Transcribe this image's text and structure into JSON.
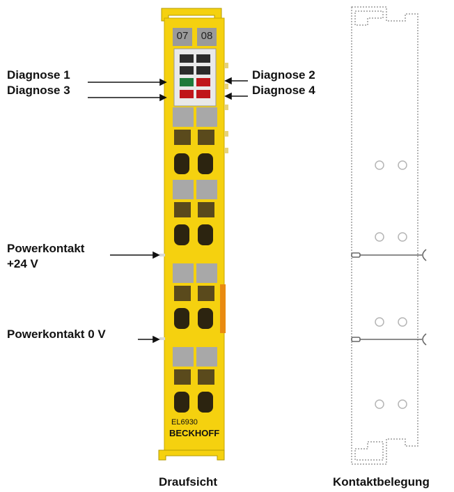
{
  "labels": {
    "diagnose1": "Diagnose 1",
    "diagnose2": "Diagnose 2",
    "diagnose3": "Diagnose 3",
    "diagnose4": "Diagnose 4",
    "powerkontakt_24v_line1": "Powerkontakt",
    "powerkontakt_24v_line2": "+24 V",
    "powerkontakt_0v": "Powerkontakt 0 V"
  },
  "terminal": {
    "slot_left": "07",
    "slot_right": "08",
    "model": "EL6930",
    "brand": "BECKHOFF",
    "body_color": "#f5d10f",
    "led_colors": [
      "#2b2b2b",
      "#2b2b2b",
      "#1f7a3a",
      "#c0151a"
    ]
  },
  "captions": {
    "top_view": "Draufsicht",
    "contact_assignment": "Kontaktbelegung"
  }
}
